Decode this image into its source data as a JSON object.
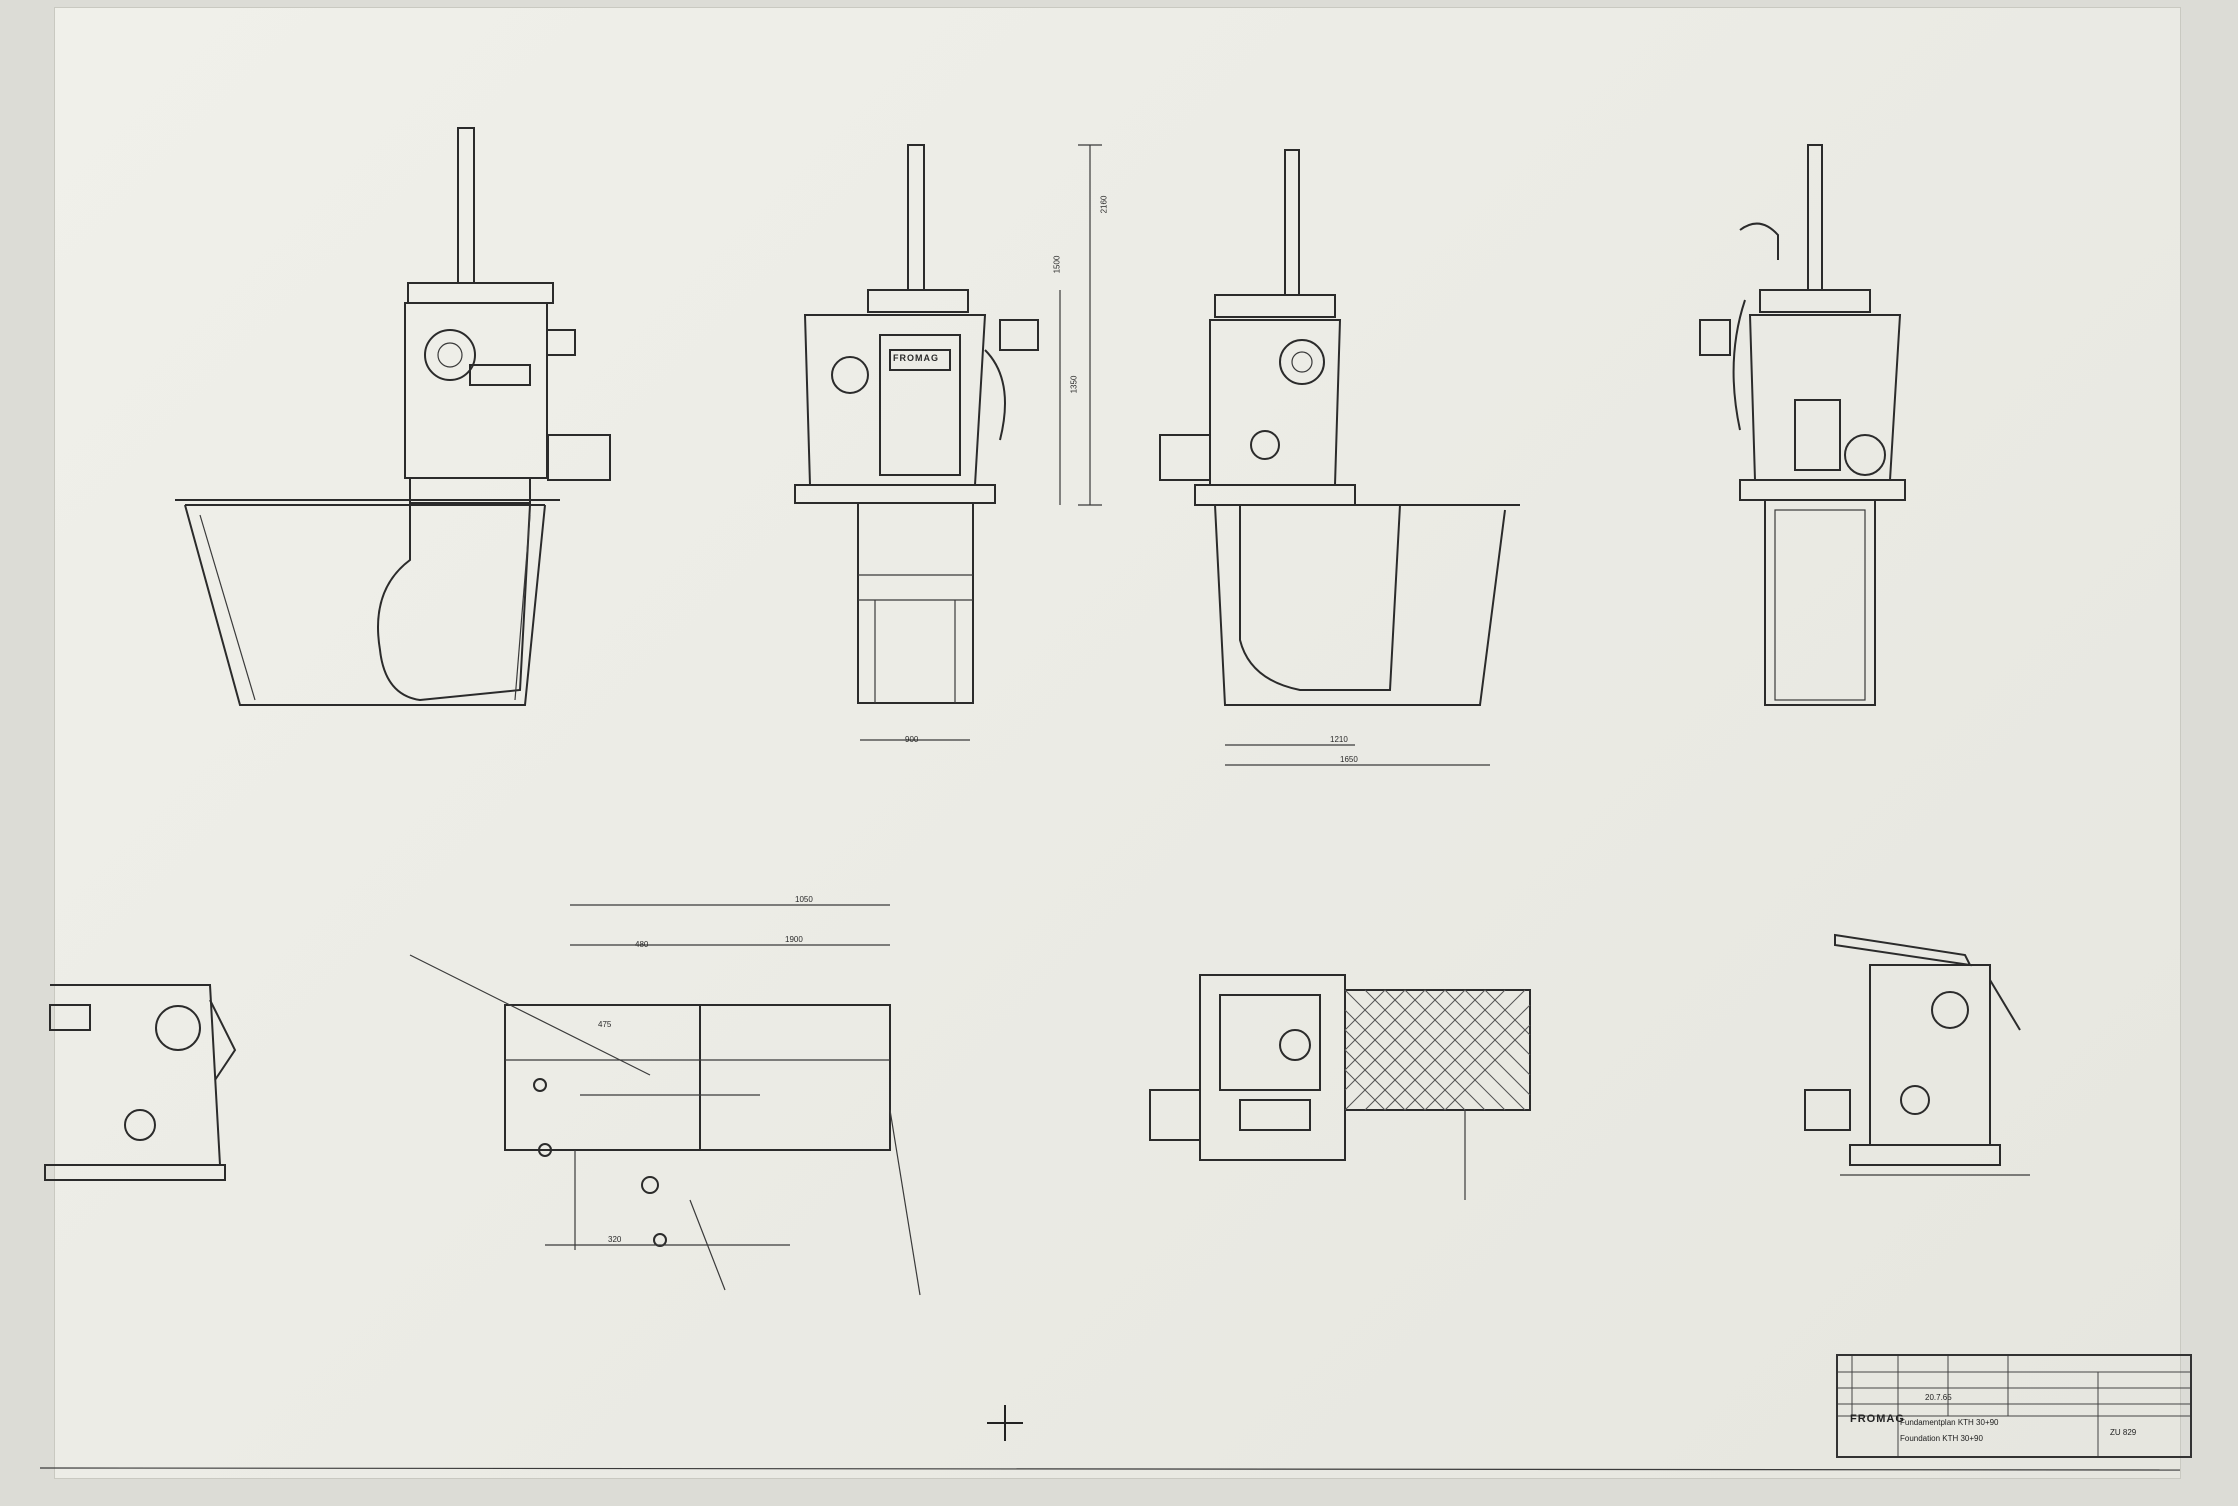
{
  "brand": "FROMAG",
  "title_block": {
    "brand": "FROMAG",
    "line1": "Fundamentplan KTH 30+90",
    "line2": "Foundation KTH 30+90",
    "drawing_number": "ZU 829",
    "date": "20.7.65"
  },
  "dimensions": {
    "d1": "2160",
    "d2": "1350",
    "d3": "1500",
    "d4": "900",
    "d5": "1210",
    "d6": "1650",
    "d7": "1050",
    "d8": "1900",
    "d9": "480",
    "d10": "475",
    "d11": "320"
  },
  "icons": {
    "crosshair": "crosshair-icon"
  }
}
